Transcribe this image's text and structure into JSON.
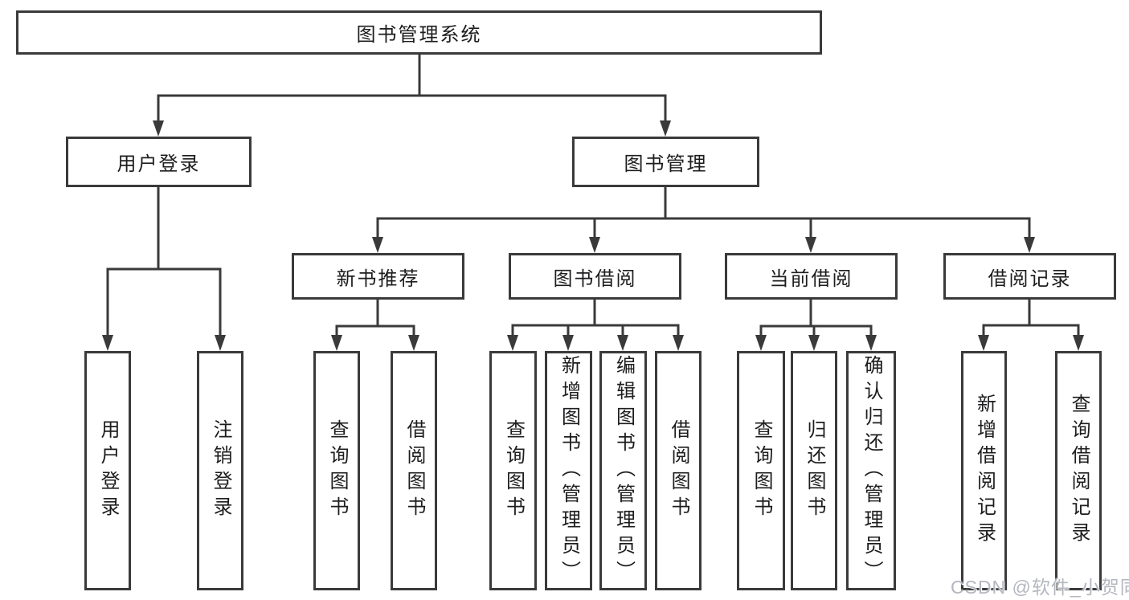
{
  "colors": {
    "line": "#3a3a3a",
    "text": "#1d1d1f",
    "watermark_text": "#b4b7bf",
    "background": "#ffffff"
  },
  "watermark": {
    "text": "CSDN @软件_小贺同学"
  },
  "tree": {
    "label": "图书管理系统",
    "children": [
      {
        "label": "用户登录",
        "children": [
          {
            "label": "用户登录"
          },
          {
            "label": "注销登录"
          }
        ]
      },
      {
        "label": "图书管理",
        "children": [
          {
            "label": "新书推荐",
            "children": [
              {
                "label": "查询图书"
              },
              {
                "label": "借阅图书"
              }
            ]
          },
          {
            "label": "图书借阅",
            "children": [
              {
                "label": "查询图书"
              },
              {
                "label": "新增图书（管理员）"
              },
              {
                "label": "编辑图书（管理员）"
              },
              {
                "label": "借阅图书"
              }
            ]
          },
          {
            "label": "当前借阅",
            "children": [
              {
                "label": "查询图书"
              },
              {
                "label": "归还图书"
              },
              {
                "label": "确认归还（管理员）"
              }
            ]
          },
          {
            "label": "借阅记录",
            "children": [
              {
                "label": "新增借阅记录"
              },
              {
                "label": "查询借阅记录"
              }
            ]
          }
        ]
      }
    ]
  }
}
